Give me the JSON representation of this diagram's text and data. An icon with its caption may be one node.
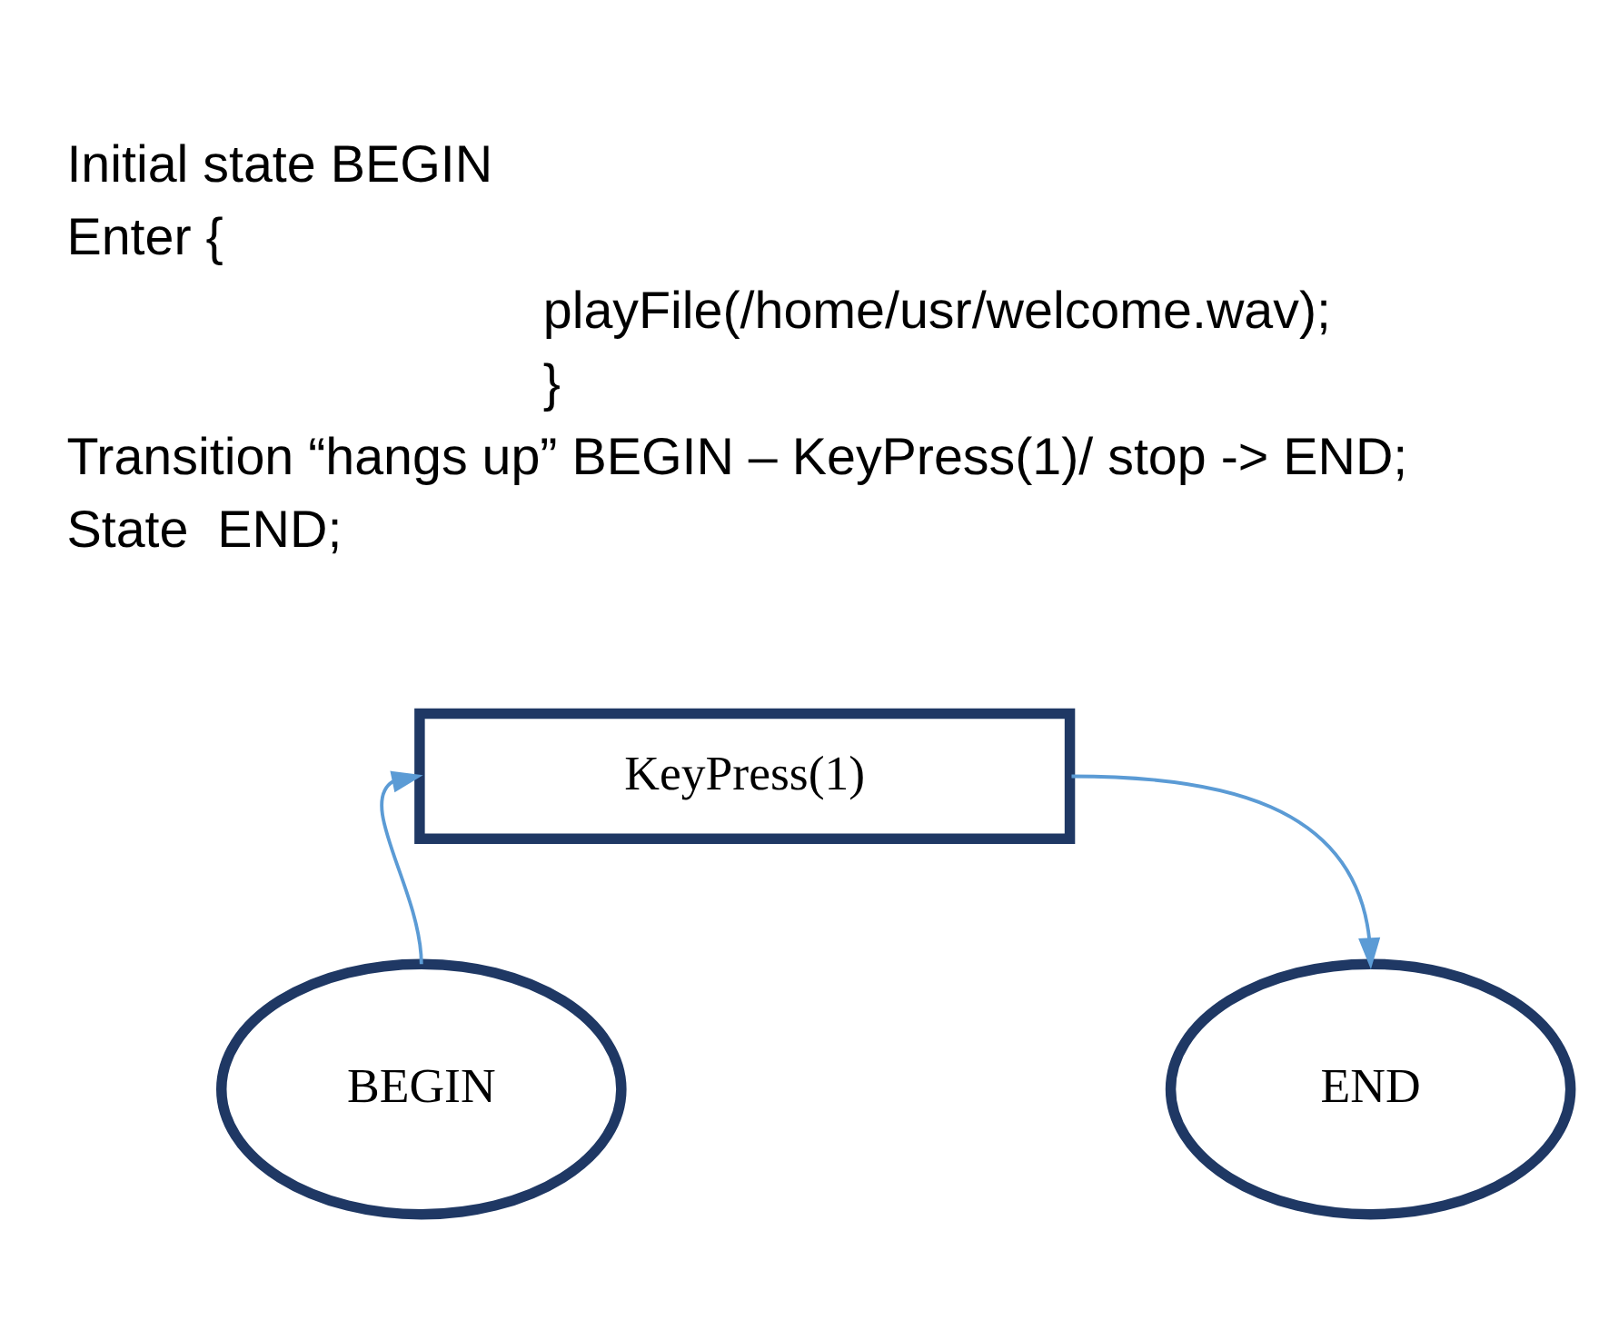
{
  "diagram": {
    "nodes": [
      {
        "text": [
          "BEGIN"
        ]
      },
      {
        "text": [
          "KeyPress(1)"
        ]
      },
      {
        "text": [
          "END"
        ]
      }
    ],
    "edges": [
      {
        "from": 0,
        "to": 1,
        "arrow": "to"
      },
      {
        "from": 1,
        "to": 2,
        "arrow": "to"
      }
    ],
    "labels": [
      "Initial state BEGIN",
      "Enter {",
      "playFile(/home/usr/welcome.wav);",
      "}",
      "Transition “hangs up” BEGIN – KeyPress(1)/ stop -> END;",
      "State  END;"
    ]
  }
}
